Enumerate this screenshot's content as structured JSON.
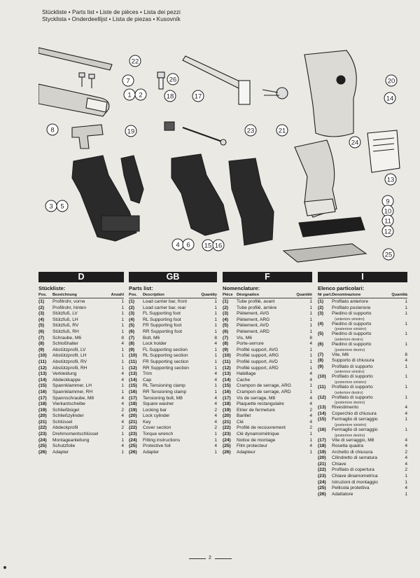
{
  "header": {
    "line1": "Stückliste • Parts list • Liste de pièces • Lista dei pezzi",
    "line2": "Stycklista • Onderdeellijst • Lista de piezas • Kusovník"
  },
  "diagram_labels": [
    "22",
    "7",
    "26",
    "1",
    "2",
    "18",
    "17",
    "20",
    "14",
    "8",
    "19",
    "23",
    "21",
    "24",
    "13",
    "3",
    "5",
    "9",
    "10",
    "11",
    "12",
    "4",
    "6",
    "15",
    "16",
    "25"
  ],
  "columns": [
    {
      "lang": "D",
      "title": "Stückliste:",
      "h_pos": "Pos.",
      "h_desc": "Bezeichnung",
      "h_qty": "Anzahl",
      "items": [
        {
          "n": "(1)",
          "t": "Profilrohr, vorne",
          "q": "1"
        },
        {
          "n": "(2)",
          "t": "Profilrohr, hinten",
          "q": "1"
        },
        {
          "n": "(3)",
          "t": "Stützfuß, LV",
          "q": "1"
        },
        {
          "n": "(4)",
          "t": "Stützfuß, LH",
          "q": "1"
        },
        {
          "n": "(5)",
          "t": "Stützfuß, RV",
          "q": "1"
        },
        {
          "n": "(6)",
          "t": "Stützfuß, RH",
          "q": "1"
        },
        {
          "n": "(7)",
          "t": "Schraube, M6",
          "q": "8"
        },
        {
          "n": "(8)",
          "t": "Schloßhalter",
          "q": "4"
        },
        {
          "n": "(9)",
          "t": "Abstützprofil, LV",
          "q": "1"
        },
        {
          "n": "(10)",
          "t": "Abstützprofil, LH",
          "q": "1"
        },
        {
          "n": "(11)",
          "t": "Abstützprofil, RV",
          "q": "1"
        },
        {
          "n": "(12)",
          "t": "Abstützprofil, RH",
          "q": "1"
        },
        {
          "n": "(13)",
          "t": "Verkleidung",
          "q": "4"
        },
        {
          "n": "(14)",
          "t": "Abdeckkappe",
          "q": "4"
        },
        {
          "n": "(15)",
          "t": "Spannklammer, LH",
          "q": "1"
        },
        {
          "n": "(16)",
          "t": "Spannklammer, RH",
          "q": "1"
        },
        {
          "n": "(17)",
          "t": "Spannschraube, M8",
          "q": "4"
        },
        {
          "n": "(18)",
          "t": "Vierkantscheibe",
          "q": "4"
        },
        {
          "n": "(19)",
          "t": "Schließbügel",
          "q": "2"
        },
        {
          "n": "(20)",
          "t": "Schließzylinder",
          "q": "4"
        },
        {
          "n": "(21)",
          "t": "Schlüssel",
          "q": "4"
        },
        {
          "n": "(22)",
          "t": "Abdeckprofil",
          "q": "2"
        },
        {
          "n": "(23)",
          "t": "Drehmomentschlüssel",
          "q": "1"
        },
        {
          "n": "(24)",
          "t": "Montageanleitung",
          "q": "1"
        },
        {
          "n": "(25)",
          "t": "Schutzfolie",
          "q": "4"
        },
        {
          "n": "(26)",
          "t": "Adapter",
          "q": "1"
        }
      ]
    },
    {
      "lang": "GB",
      "title": "Parts list:",
      "h_pos": "Pos.",
      "h_desc": "Description",
      "h_qty": "Quantity",
      "items": [
        {
          "n": "(1)",
          "t": "Load carrier bar, front",
          "q": "1"
        },
        {
          "n": "(2)",
          "t": "Load carrier bar, rear",
          "q": "1"
        },
        {
          "n": "(3)",
          "t": "FL Supporting foot",
          "q": "1"
        },
        {
          "n": "(4)",
          "t": "RL Supporting foot",
          "q": "1"
        },
        {
          "n": "(5)",
          "t": "FR Supporting foot",
          "q": "1"
        },
        {
          "n": "(6)",
          "t": "RR Supporting foot",
          "q": "1"
        },
        {
          "n": "(7)",
          "t": "Bolt, M6",
          "q": "8"
        },
        {
          "n": "(8)",
          "t": "Lock holder",
          "q": "4"
        },
        {
          "n": "(9)",
          "t": "FL Supporting section",
          "q": "1"
        },
        {
          "n": "(10)",
          "t": "RL Supporting section",
          "q": "1"
        },
        {
          "n": "(11)",
          "t": "FR Supporting section",
          "q": "1"
        },
        {
          "n": "(12)",
          "t": "RR Supporting section",
          "q": "1"
        },
        {
          "n": "(13)",
          "t": "Trim",
          "q": "4"
        },
        {
          "n": "(14)",
          "t": "Cap",
          "q": "4"
        },
        {
          "n": "(15)",
          "t": "RL Tensioning clamp",
          "q": "1"
        },
        {
          "n": "(16)",
          "t": "RR Tensioning clamp",
          "q": "1"
        },
        {
          "n": "(17)",
          "t": "Tensioning bolt, M8",
          "q": "4"
        },
        {
          "n": "(18)",
          "t": "Square washer",
          "q": "4"
        },
        {
          "n": "(19)",
          "t": "Locking bar",
          "q": "2"
        },
        {
          "n": "(20)",
          "t": "Lock cylinder",
          "q": "4"
        },
        {
          "n": "(21)",
          "t": "Key",
          "q": "4"
        },
        {
          "n": "(22)",
          "t": "Cover section",
          "q": "2"
        },
        {
          "n": "(23)",
          "t": "Torque wrench",
          "q": "1"
        },
        {
          "n": "(24)",
          "t": "Fitting instructions",
          "q": "1"
        },
        {
          "n": "(25)",
          "t": "Protective foil",
          "q": "4"
        },
        {
          "n": "(26)",
          "t": "Adapter",
          "q": "1"
        }
      ]
    },
    {
      "lang": "F",
      "title": "Nomenclature:",
      "h_pos": "Pièce",
      "h_desc": "Désignation",
      "h_qty": "Quantité",
      "items": [
        {
          "n": "(1)",
          "t": "Tube profilé, avant",
          "q": "1"
        },
        {
          "n": "(2)",
          "t": "Tube profilé, arrière",
          "q": "1"
        },
        {
          "n": "(3)",
          "t": "Piètement, AVG",
          "q": "1"
        },
        {
          "n": "(4)",
          "t": "Piètement, ARG",
          "q": "1"
        },
        {
          "n": "(5)",
          "t": "Piètement, AVD",
          "q": "1"
        },
        {
          "n": "(6)",
          "t": "Piètement, ARD",
          "q": "1"
        },
        {
          "n": "(7)",
          "t": "Vis, M6",
          "q": "8"
        },
        {
          "n": "(8)",
          "t": "Porte-serrure",
          "q": "4"
        },
        {
          "n": "(9)",
          "t": "Profilé support, AVG",
          "q": "1"
        },
        {
          "n": "(10)",
          "t": "Profilé support, ARG",
          "q": "1"
        },
        {
          "n": "(11)",
          "t": "Profilé support, AVD",
          "q": "1"
        },
        {
          "n": "(12)",
          "t": "Profilé support, ARD",
          "q": "1"
        },
        {
          "n": "(13)",
          "t": "Habillage",
          "q": "4"
        },
        {
          "n": "(14)",
          "t": "Cache",
          "q": "4"
        },
        {
          "n": "(15)",
          "t": "Crampon de serrage, ARG",
          "q": "1"
        },
        {
          "n": "(16)",
          "t": "Crampon de serrage, ARD",
          "q": "1"
        },
        {
          "n": "(17)",
          "t": "Vis de serrage, M8",
          "q": "4"
        },
        {
          "n": "(18)",
          "t": "Plaquette rectangulaire",
          "q": "4"
        },
        {
          "n": "(19)",
          "t": "Etrier de fermeture",
          "q": "2"
        },
        {
          "n": "(20)",
          "t": "Barillet",
          "q": "4"
        },
        {
          "n": "(21)",
          "t": "Clé",
          "q": "4"
        },
        {
          "n": "(22)",
          "t": "Profilé de recouvrement",
          "q": "2"
        },
        {
          "n": "(23)",
          "t": "Clé dynamométrique",
          "q": "1"
        },
        {
          "n": "(24)",
          "t": "Notice de montage",
          "q": "1"
        },
        {
          "n": "(25)",
          "t": "Film protecteur",
          "q": "4"
        },
        {
          "n": "(26)",
          "t": "Adapteur",
          "q": "1"
        }
      ]
    },
    {
      "lang": "I",
      "title": "Elenco particolari:",
      "h_pos": "Nr part.",
      "h_desc": "Denominazione",
      "h_qty": "Quantità",
      "items": [
        {
          "n": "(1)",
          "t": "Profilato anteriore",
          "q": "1"
        },
        {
          "n": "(2)",
          "t": "Profilato posteriore",
          "q": "1"
        },
        {
          "n": "(3)",
          "t": "Piedino di supporto",
          "q": "1",
          "s": "(anteriore sinistro)"
        },
        {
          "n": "(4)",
          "t": "Piedino di supporto",
          "q": "1",
          "s": "(posteriore sinistro)"
        },
        {
          "n": "(5)",
          "t": "Piedino di supporto",
          "q": "1",
          "s": "(anteriore destro)"
        },
        {
          "n": "(6)",
          "t": "Piedino di supporto",
          "q": "1",
          "s": "(posteriore destro)"
        },
        {
          "n": "(7)",
          "t": "Vite, M6",
          "q": "8"
        },
        {
          "n": "(8)",
          "t": "Supporto di chiusura",
          "q": "4"
        },
        {
          "n": "(9)",
          "t": "Profilato di supporto",
          "q": "1",
          "s": "(anteriore sinistro)"
        },
        {
          "n": "(10)",
          "t": "Profilato di supporto",
          "q": "1",
          "s": "(posteriore sinistro)"
        },
        {
          "n": "(11)",
          "t": "Profilato di supporto",
          "q": "1",
          "s": "(anteriore destro)"
        },
        {
          "n": "(12)",
          "t": "Profilato di supporto",
          "q": "1",
          "s": "(posteriore destro)"
        },
        {
          "n": "(13)",
          "t": "Rivestimento",
          "q": "4"
        },
        {
          "n": "(14)",
          "t": "Coperchio di chiusura",
          "q": "4"
        },
        {
          "n": "(15)",
          "t": "Fermaglio di serraggio",
          "q": "1",
          "s": "(posteriore sinistro)"
        },
        {
          "n": "(16)",
          "t": "Fermaglio di serraggio",
          "q": "1",
          "s": "(posteriore destro)"
        },
        {
          "n": "(17)",
          "t": "Vite di serraggio, M8",
          "q": "4"
        },
        {
          "n": "(18)",
          "t": "Rosetta quadra",
          "q": "4"
        },
        {
          "n": "(19)",
          "t": "Archetto di chiusura",
          "q": "2"
        },
        {
          "n": "(20)",
          "t": "Cilindretto di serratura",
          "q": "4"
        },
        {
          "n": "(21)",
          "t": "Chiave",
          "q": "4"
        },
        {
          "n": "(22)",
          "t": "Profilato di copertura",
          "q": "2"
        },
        {
          "n": "(23)",
          "t": "Chiave dinamometrica",
          "q": "1"
        },
        {
          "n": "(24)",
          "t": "Istruzioni di montaggio",
          "q": "1"
        },
        {
          "n": "(25)",
          "t": "Pellicola protettiva",
          "q": "4"
        },
        {
          "n": "(26)",
          "t": "Adattatore",
          "q": "1"
        }
      ]
    }
  ],
  "footer": {
    "page_number": "2"
  }
}
